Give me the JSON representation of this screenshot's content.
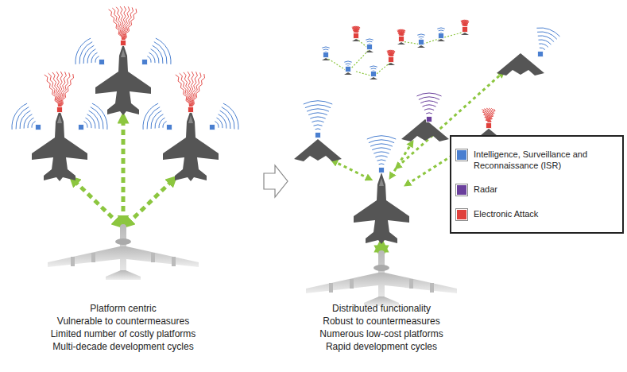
{
  "diagram": {
    "labels": [
      "Platform centric",
      "Vulnerable to countermeasures",
      "Limited number of costly platforms",
      "Multi-decade development cycles",
      "Distributed functionality",
      "Robust to countermeasures",
      "Numerous low-cost platforms",
      "Rapid development cycles"
    ],
    "legend": [
      {
        "text": "Intelligence, Surveillance and Reconnaissance (ISR)",
        "color": "#4a7fd0"
      },
      {
        "text": "Radar",
        "color": "#6a3f9c"
      },
      {
        "text": "Electronic Attack",
        "color": "#e0403c"
      }
    ]
  }
}
